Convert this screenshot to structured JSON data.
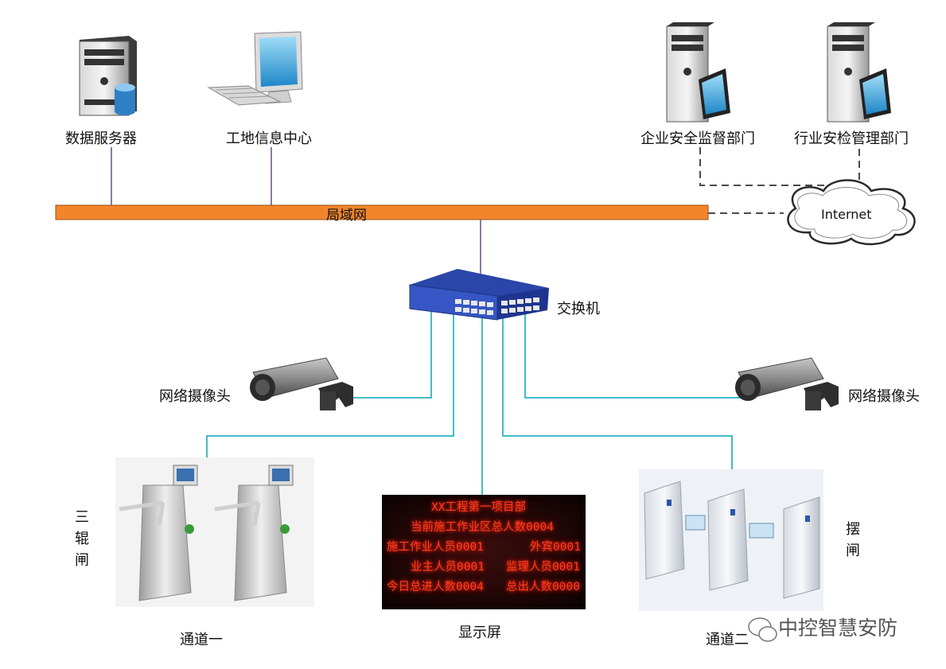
{
  "nodes": {
    "data_server": "数据服务器",
    "site_info_center": "工地信息中心",
    "enterprise_safety_dept": "企业安全监督部门",
    "industry_safety_dept": "行业安检管理部门",
    "lan": "局域网",
    "internet": "Internet",
    "switch": "交换机",
    "camera_left": "网络摄像头",
    "camera_right": "网络摄像头",
    "display": "显示屏",
    "channel_one": "通道一",
    "channel_two": "通道二",
    "tripod_gate_vertical": [
      "三",
      "辊",
      "闸"
    ],
    "swing_gate_vertical": [
      "摆",
      "闸"
    ]
  },
  "led_screen": {
    "title": "XX工程第一项目部",
    "total_in_area": "当前施工作业区总人数0004",
    "workers": "施工作业人员0001",
    "visitors": "外宾0001",
    "owners": "业主人员0001",
    "supervisors": "监理人员0001",
    "total_in_today": "今日总进人数0004",
    "total_out_today": "总出人数0000"
  },
  "watermark": "中控智慧安防",
  "colors": {
    "lan_bar": "#f2852c",
    "lan_border": "#9c4e0f",
    "backbone_line": "#6b4a8a",
    "cable_line": "#43bcc6",
    "dashed_line": "#4a4a4a",
    "led_text": "#ff3b1f"
  }
}
